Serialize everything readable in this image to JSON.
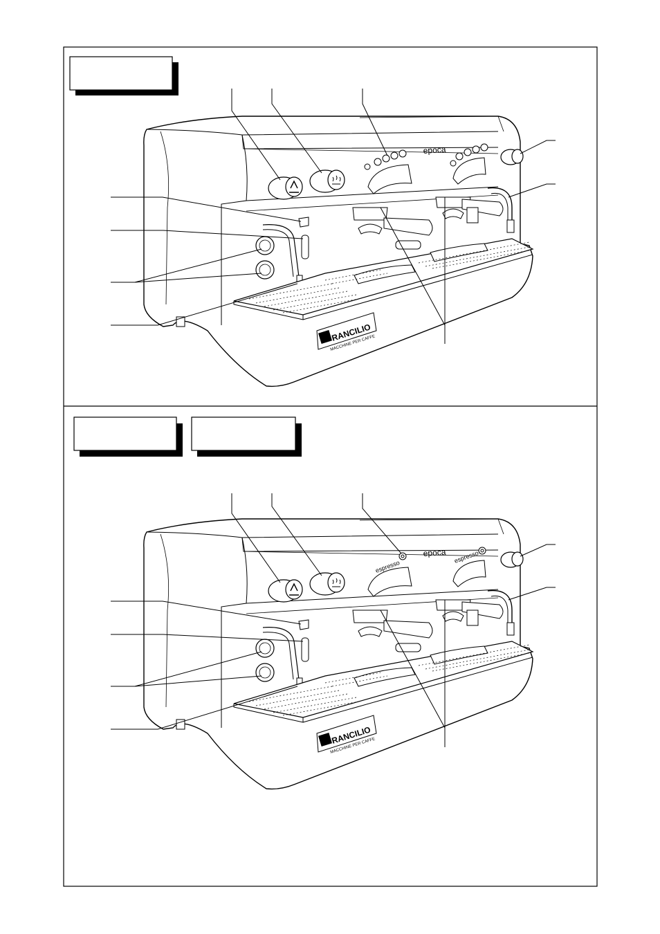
{
  "panels": [
    {
      "id": "top",
      "model_label": "epoca",
      "brand": "RANCILIO",
      "brand_sub": "MACCHINE PER CAFFE",
      "group_badge": ""
    },
    {
      "id": "bottom",
      "model_label": "epoca",
      "brand": "RANCILIO",
      "brand_sub": "MACCHINE PER CAFFE",
      "group_badge": "espresso"
    }
  ],
  "colors": {
    "line": "#000000",
    "paper": "#ffffff"
  }
}
